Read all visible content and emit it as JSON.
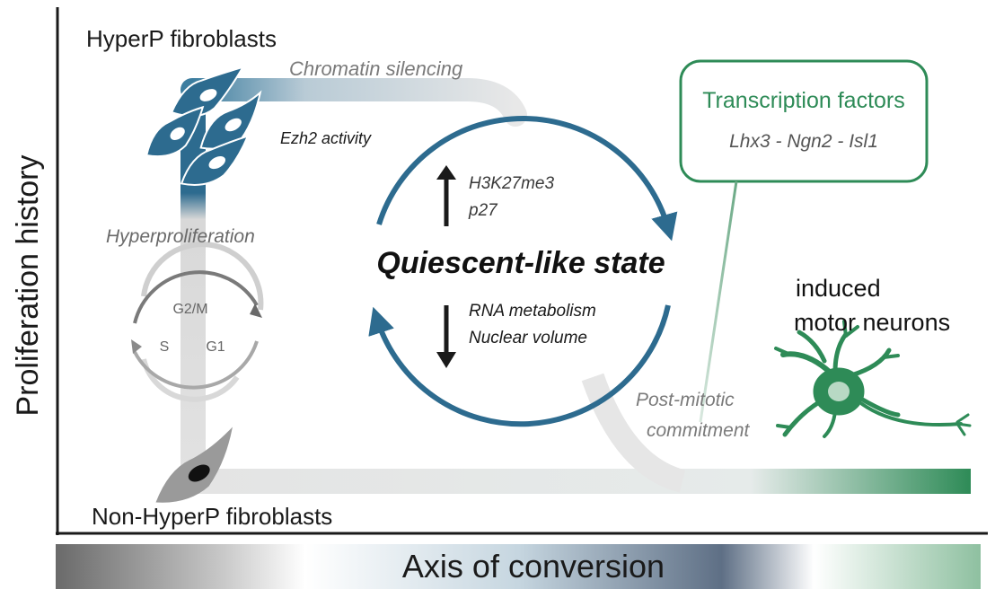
{
  "labels": {
    "y_axis": "Proliferation history",
    "x_axis": "Axis of conversion",
    "hyperp_fibroblasts": "HyperP fibroblasts",
    "non_hyperp_fibroblasts": "Non-HyperP fibroblasts",
    "chromatin_silencing": "Chromatin silencing",
    "ezh2_activity": "Ezh2 activity",
    "hyperproliferation": "Hyperproliferation",
    "quiescent_state": "Quiescent-like state",
    "up_marker_1": "H3K27me3",
    "up_marker_2": "p27",
    "down_marker_1": "RNA metabolism",
    "down_marker_2": "Nuclear volume",
    "post_mitotic_1": "Post-mitotic",
    "post_mitotic_2": "commitment",
    "neurons_1": "induced",
    "neurons_2": "motor neurons"
  },
  "cell_cycle": {
    "g2m": "G2/M",
    "s": "S",
    "g1": "G1"
  },
  "transcription_factors": {
    "title": "Transcription factors",
    "list": "Lhx3 - Ngn2 - Isl1"
  },
  "colors": {
    "blue": "#2d6b8f",
    "green": "#2e8b57",
    "grey": "#8a8a8a",
    "light_grey": "#e6e6e6",
    "dark": "#1a1a1a"
  }
}
